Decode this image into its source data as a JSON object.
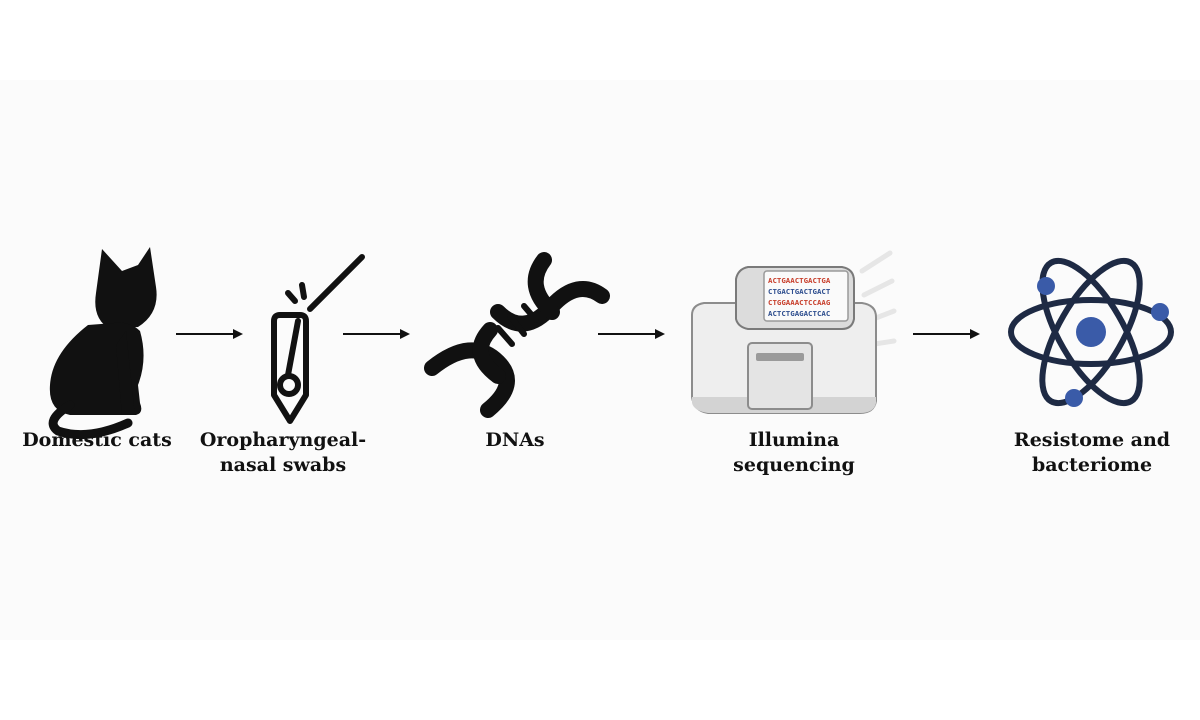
{
  "steps": [
    {
      "id": "cats",
      "label_lines": [
        "Domestic cats"
      ],
      "icon": "cat-icon"
    },
    {
      "id": "swabs",
      "label_lines": [
        "Oropharyngeal-",
        "nasal swabs"
      ],
      "icon": "swab-icon"
    },
    {
      "id": "dna",
      "label_lines": [
        "DNAs"
      ],
      "icon": "dna-helix-icon"
    },
    {
      "id": "sequencing",
      "label_lines": [
        "Illumina",
        "sequencing"
      ],
      "icon": "sequencer-icon"
    },
    {
      "id": "resistome",
      "label_lines": [
        "Resistome and",
        "bacteriome"
      ],
      "icon": "atom-icon"
    }
  ],
  "sequencer_screen_lines": [
    "ACTGAACTGACTGA",
    "CTGACTGACTGACT",
    "CTGGAAACTCCAAG",
    "ACTCTGAGACTCAC"
  ],
  "colors": {
    "icon_black": "#111111",
    "atom_line": "#1e2a44",
    "atom_blue": "#3a5ba8",
    "machine_light": "#eeeeee",
    "machine_edge": "#8c8c8c"
  }
}
